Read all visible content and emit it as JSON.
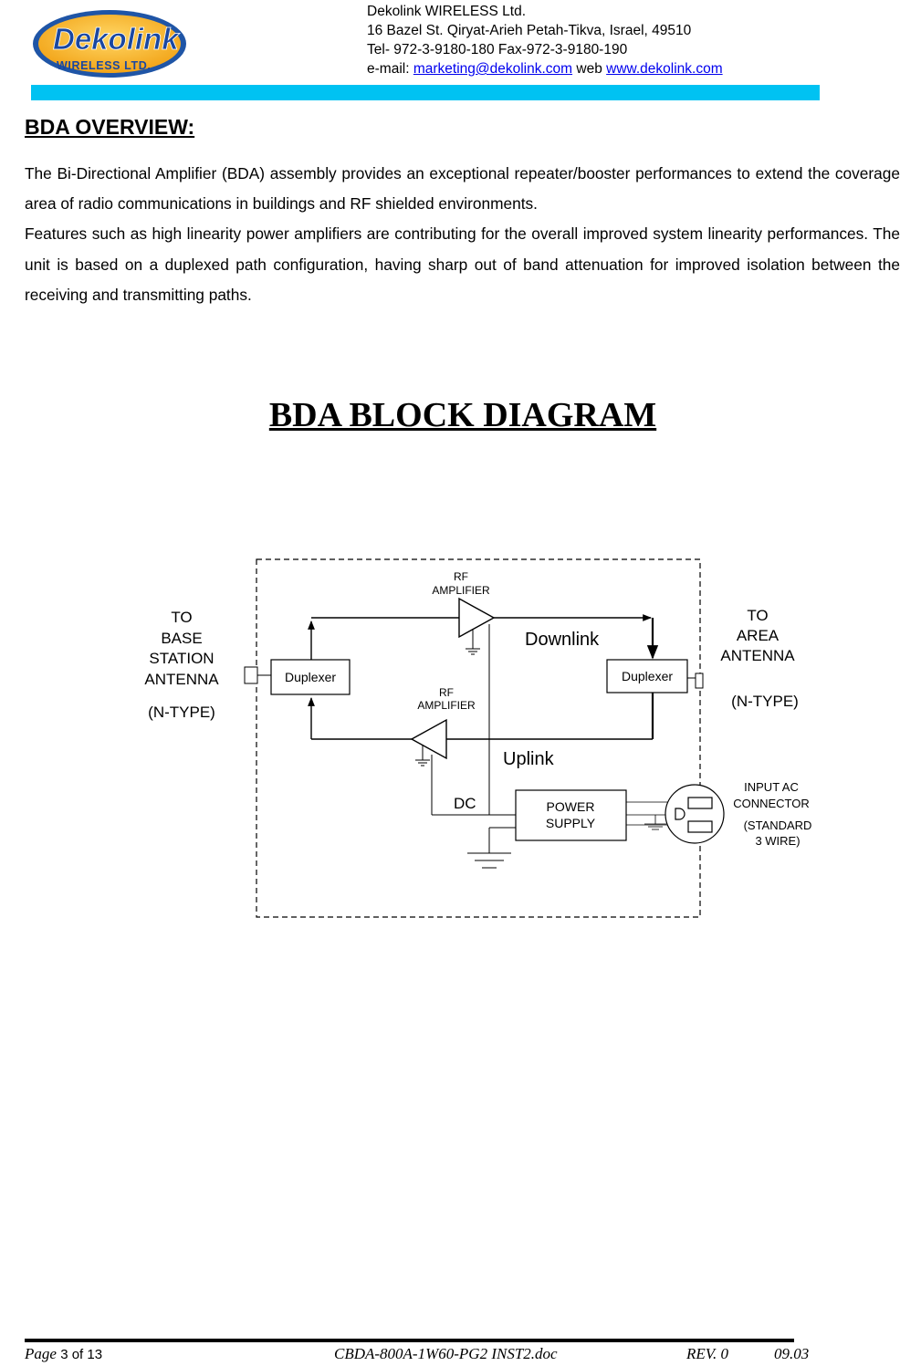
{
  "header": {
    "logo": {
      "brand": "Dekolink",
      "subtitle": "WIRELESS LTD.",
      "colors": {
        "outer_ring": "#1f55a6",
        "inner": "#f6b21b",
        "d_letter": "#1a47a0",
        "text": "#1a47a0"
      }
    },
    "company_name": "Dekolink WIRELESS Ltd.",
    "address": "16 Bazel St. Qiryat-Arieh Petah-Tikva, Israel, 49510",
    "phone": "Tel- 972-3-9180-180 Fax-972-3-9180-190",
    "email_label": "e-mail: ",
    "email": "marketing@dekolink.com",
    "web_label": " web ",
    "web": "www.dekolink.com",
    "bar_color": "#00c2f2"
  },
  "overview": {
    "title": "BDA OVERVIEW:",
    "paragraph1": "The Bi-Directional Amplifier (BDA) assembly provides an exceptional repeater/booster performances to extend the coverage area of radio communications in buildings and RF shielded environments.",
    "paragraph2": "Features such as high linearity power amplifiers are contributing for the overall improved system linearity performances. The unit is based on a duplexed path configuration, having sharp out of band attenuation for improved isolation between the receiving and transmitting paths."
  },
  "diagram": {
    "title": "BDA BLOCK DIAGRAM",
    "left_antenna": [
      "TO",
      "BASE",
      "STATION",
      "ANTENNA"
    ],
    "left_type": "(N-TYPE)",
    "right_antenna": [
      "TO",
      "AREA",
      "ANTENNA"
    ],
    "right_type": "(N-TYPE)",
    "duplexer_left": "Duplexer",
    "duplexer_right": "Duplexer",
    "rf_amp_top": [
      "RF",
      "AMPLIFIER"
    ],
    "rf_amp_bottom": [
      "RF",
      "AMPLIFIER"
    ],
    "downlink": "Downlink",
    "uplink": "Uplink",
    "dc": "DC",
    "power_supply": [
      "POWER",
      "SUPPLY"
    ],
    "ac_connector": [
      "INPUT AC",
      "CONNECTOR"
    ],
    "ac_standard": [
      "(STANDARD",
      "3 WIRE)"
    ]
  },
  "footer": {
    "page_prefix": "Page ",
    "page_number": "3",
    "page_of": " of ",
    "page_total": "13",
    "doc_name": "CBDA-800A-1W60-PG2 INST2.doc",
    "revision": "REV. 0",
    "date": "09.03"
  }
}
